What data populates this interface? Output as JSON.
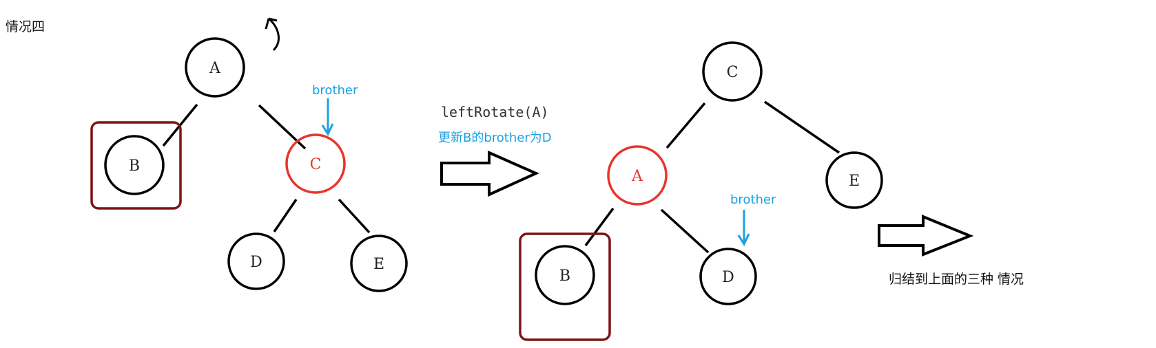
{
  "title": "情况四",
  "before": {
    "nodes": {
      "A": "A",
      "B": "B",
      "C": "C",
      "D": "D",
      "E": "E"
    },
    "brother_label": "brother"
  },
  "operation": {
    "code": "leftRotate(A)",
    "note": "更新B的brother为D"
  },
  "after": {
    "nodes": {
      "A": "A",
      "B": "B",
      "C": "C",
      "D": "D",
      "E": "E"
    },
    "brother_label": "brother"
  },
  "conclusion": "归结到上面的三种 情况",
  "colors": {
    "red_node": "#e8352b",
    "highlight_box": "#7b1416",
    "annotation": "#1ba1e2"
  }
}
